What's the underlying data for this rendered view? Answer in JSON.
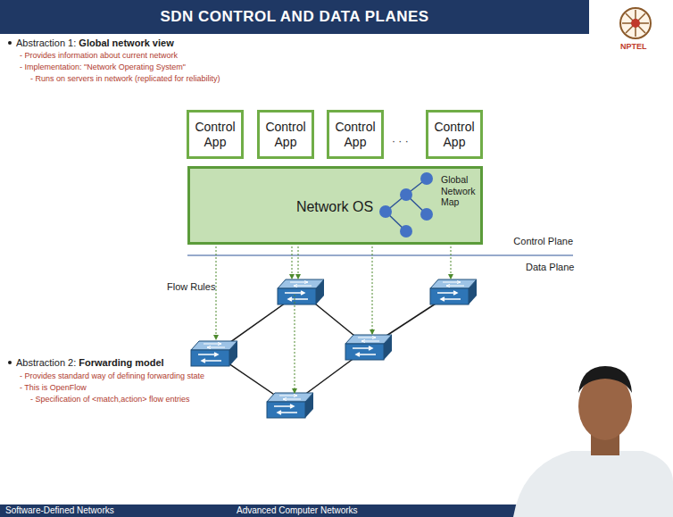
{
  "diagram": {
    "title": "SDN CONTROL AND DATA PLANES",
    "nodes": [
      {
        "text": [
          "Control App"
        ]
      },
      {
        "text": [
          "Control App"
        ]
      },
      {
        "text": [
          "Control App"
        ]
      },
      {
        "text": [
          "Control App"
        ]
      },
      {
        "text": [
          "Network OS",
          "Global Network Map"
        ]
      }
    ],
    "labels": [
      "Abstraction 1: ",
      "Global network view",
      "- Provides information about current network",
      "- Implementation: \"Network Operating System\"",
      "- Runs on servers in network (replicated for reliability)",
      "· · ·",
      "Control Plane",
      "Data Plane",
      "Flow Rules",
      "Abstraction 2: ",
      "Forwarding model",
      "- Provides standard way of defining forwarding state",
      "- This is OpenFlow",
      "- Specification of <match,action> flow entries",
      "Software-Defined Networks",
      "Advanced Computer Networks",
      "NPTEL"
    ]
  }
}
